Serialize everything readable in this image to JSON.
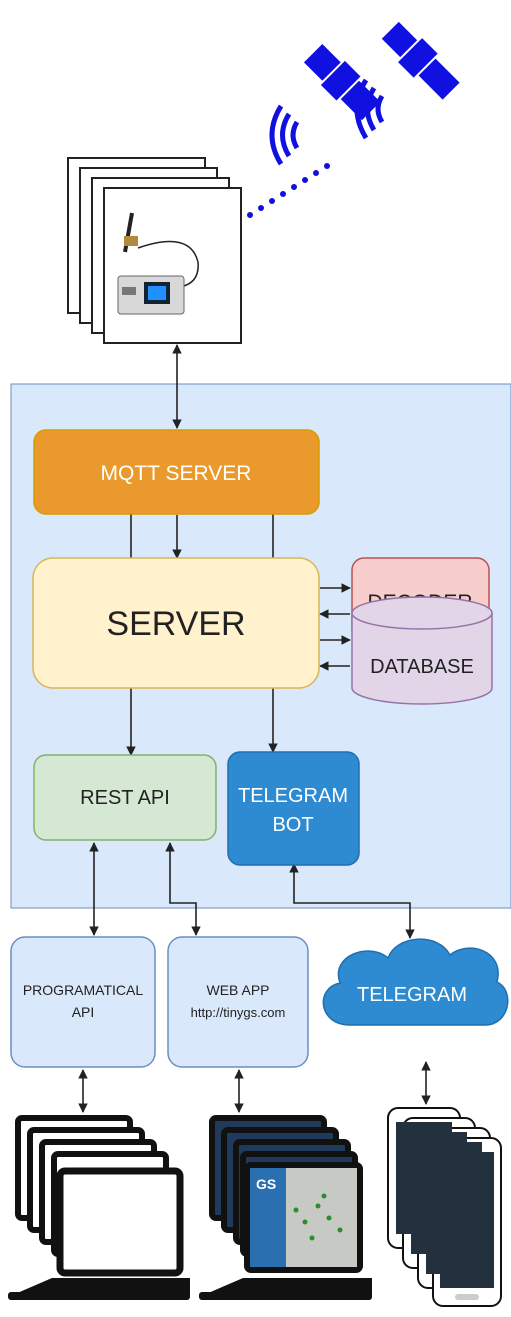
{
  "nodes": {
    "mqtt_server": {
      "label": "MQTT SERVER",
      "color": "#ea9a2c"
    },
    "server": {
      "label": "SERVER",
      "color": "#fff2cc"
    },
    "decoder": {
      "label": "DECODER",
      "color": "#f8cecc"
    },
    "database": {
      "label": "DATABASE",
      "color": "#e1d5e7"
    },
    "rest_api": {
      "label": "REST API",
      "color": "#d5e8d4"
    },
    "telegram_bot": {
      "label_line1": "TELEGRAM",
      "label_line2": "BOT",
      "color": "#2f8bd1"
    },
    "programatical_api": {
      "label_line1": "PROGRAMATICAL",
      "label_line2": "API",
      "color": "#dae8fc"
    },
    "web_app": {
      "label_line1": "WEB APP",
      "label_line2": "http://tinygs.com",
      "color": "#dae8fc"
    },
    "telegram": {
      "label": "TELEGRAM",
      "color": "#2f8bd1"
    }
  },
  "web_app_screen": {
    "brand": "GS"
  },
  "colors": {
    "backend_panel": "#dae8fc",
    "satellite": "#1010e0",
    "device_frame": "#111111"
  },
  "icons": [
    "satellite-icon",
    "ground-station-icon",
    "laptop-icon",
    "phone-icon",
    "cloud-icon",
    "database-cylinder-icon"
  ]
}
